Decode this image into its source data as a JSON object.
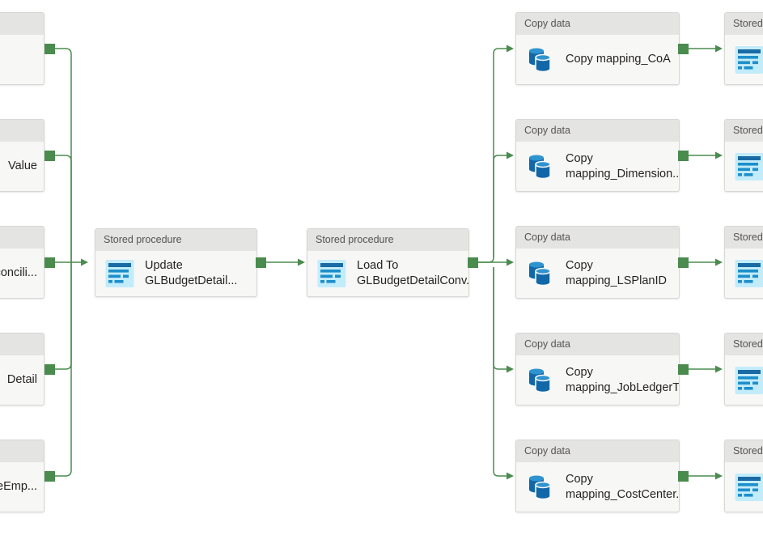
{
  "app": "pipeline-canvas",
  "theme": {
    "connector_green": "#4a8b4e",
    "node_header_bg": "#e4e4e3",
    "node_body_bg": "#f7f7f6",
    "sp_icon_bg": "#c3ecfa",
    "sp_icon_bar_dark": "#1a6aa5",
    "sp_icon_bar": "#1d8fcb",
    "db_icon_body": "#1167a8",
    "db_icon_top": "#2e94d0"
  },
  "nodes": {
    "left": [
      {
        "header": "",
        "label": ""
      },
      {
        "header": "",
        "label": "Value"
      },
      {
        "header": "",
        "label": "concili..."
      },
      {
        "header": "",
        "label": "Detail"
      },
      {
        "header": "",
        "label": "seEmp..."
      }
    ],
    "middle": [
      {
        "header": "Stored procedure",
        "label": "Update GLBudgetDetail...",
        "icon": "stored-procedure-icon"
      },
      {
        "header": "Stored procedure",
        "label": "Load To GLBudgetDetailConv...",
        "icon": "stored-procedure-icon"
      }
    ],
    "copy": [
      {
        "header": "Copy data",
        "label": "Copy mapping_CoA",
        "icon": "copy-data-icon"
      },
      {
        "header": "Copy data",
        "label": "Copy mapping_Dimension...",
        "icon": "copy-data-icon"
      },
      {
        "header": "Copy data",
        "label": "Copy mapping_LSPlanID",
        "icon": "copy-data-icon"
      },
      {
        "header": "Copy data",
        "label": "Copy mapping_JobLedgerT...",
        "icon": "copy-data-icon"
      },
      {
        "header": "Copy data",
        "label": "Copy mapping_CostCenter...",
        "icon": "copy-data-icon"
      }
    ],
    "right": [
      {
        "header": "Stored procedure",
        "icon": "stored-procedure-icon"
      },
      {
        "header": "Stored procedure",
        "icon": "stored-procedure-icon"
      },
      {
        "header": "Stored procedure",
        "icon": "stored-procedure-icon"
      },
      {
        "header": "Stored procedure",
        "icon": "stored-procedure-icon"
      },
      {
        "header": "Stored procedure",
        "icon": "stored-procedure-icon"
      }
    ]
  }
}
